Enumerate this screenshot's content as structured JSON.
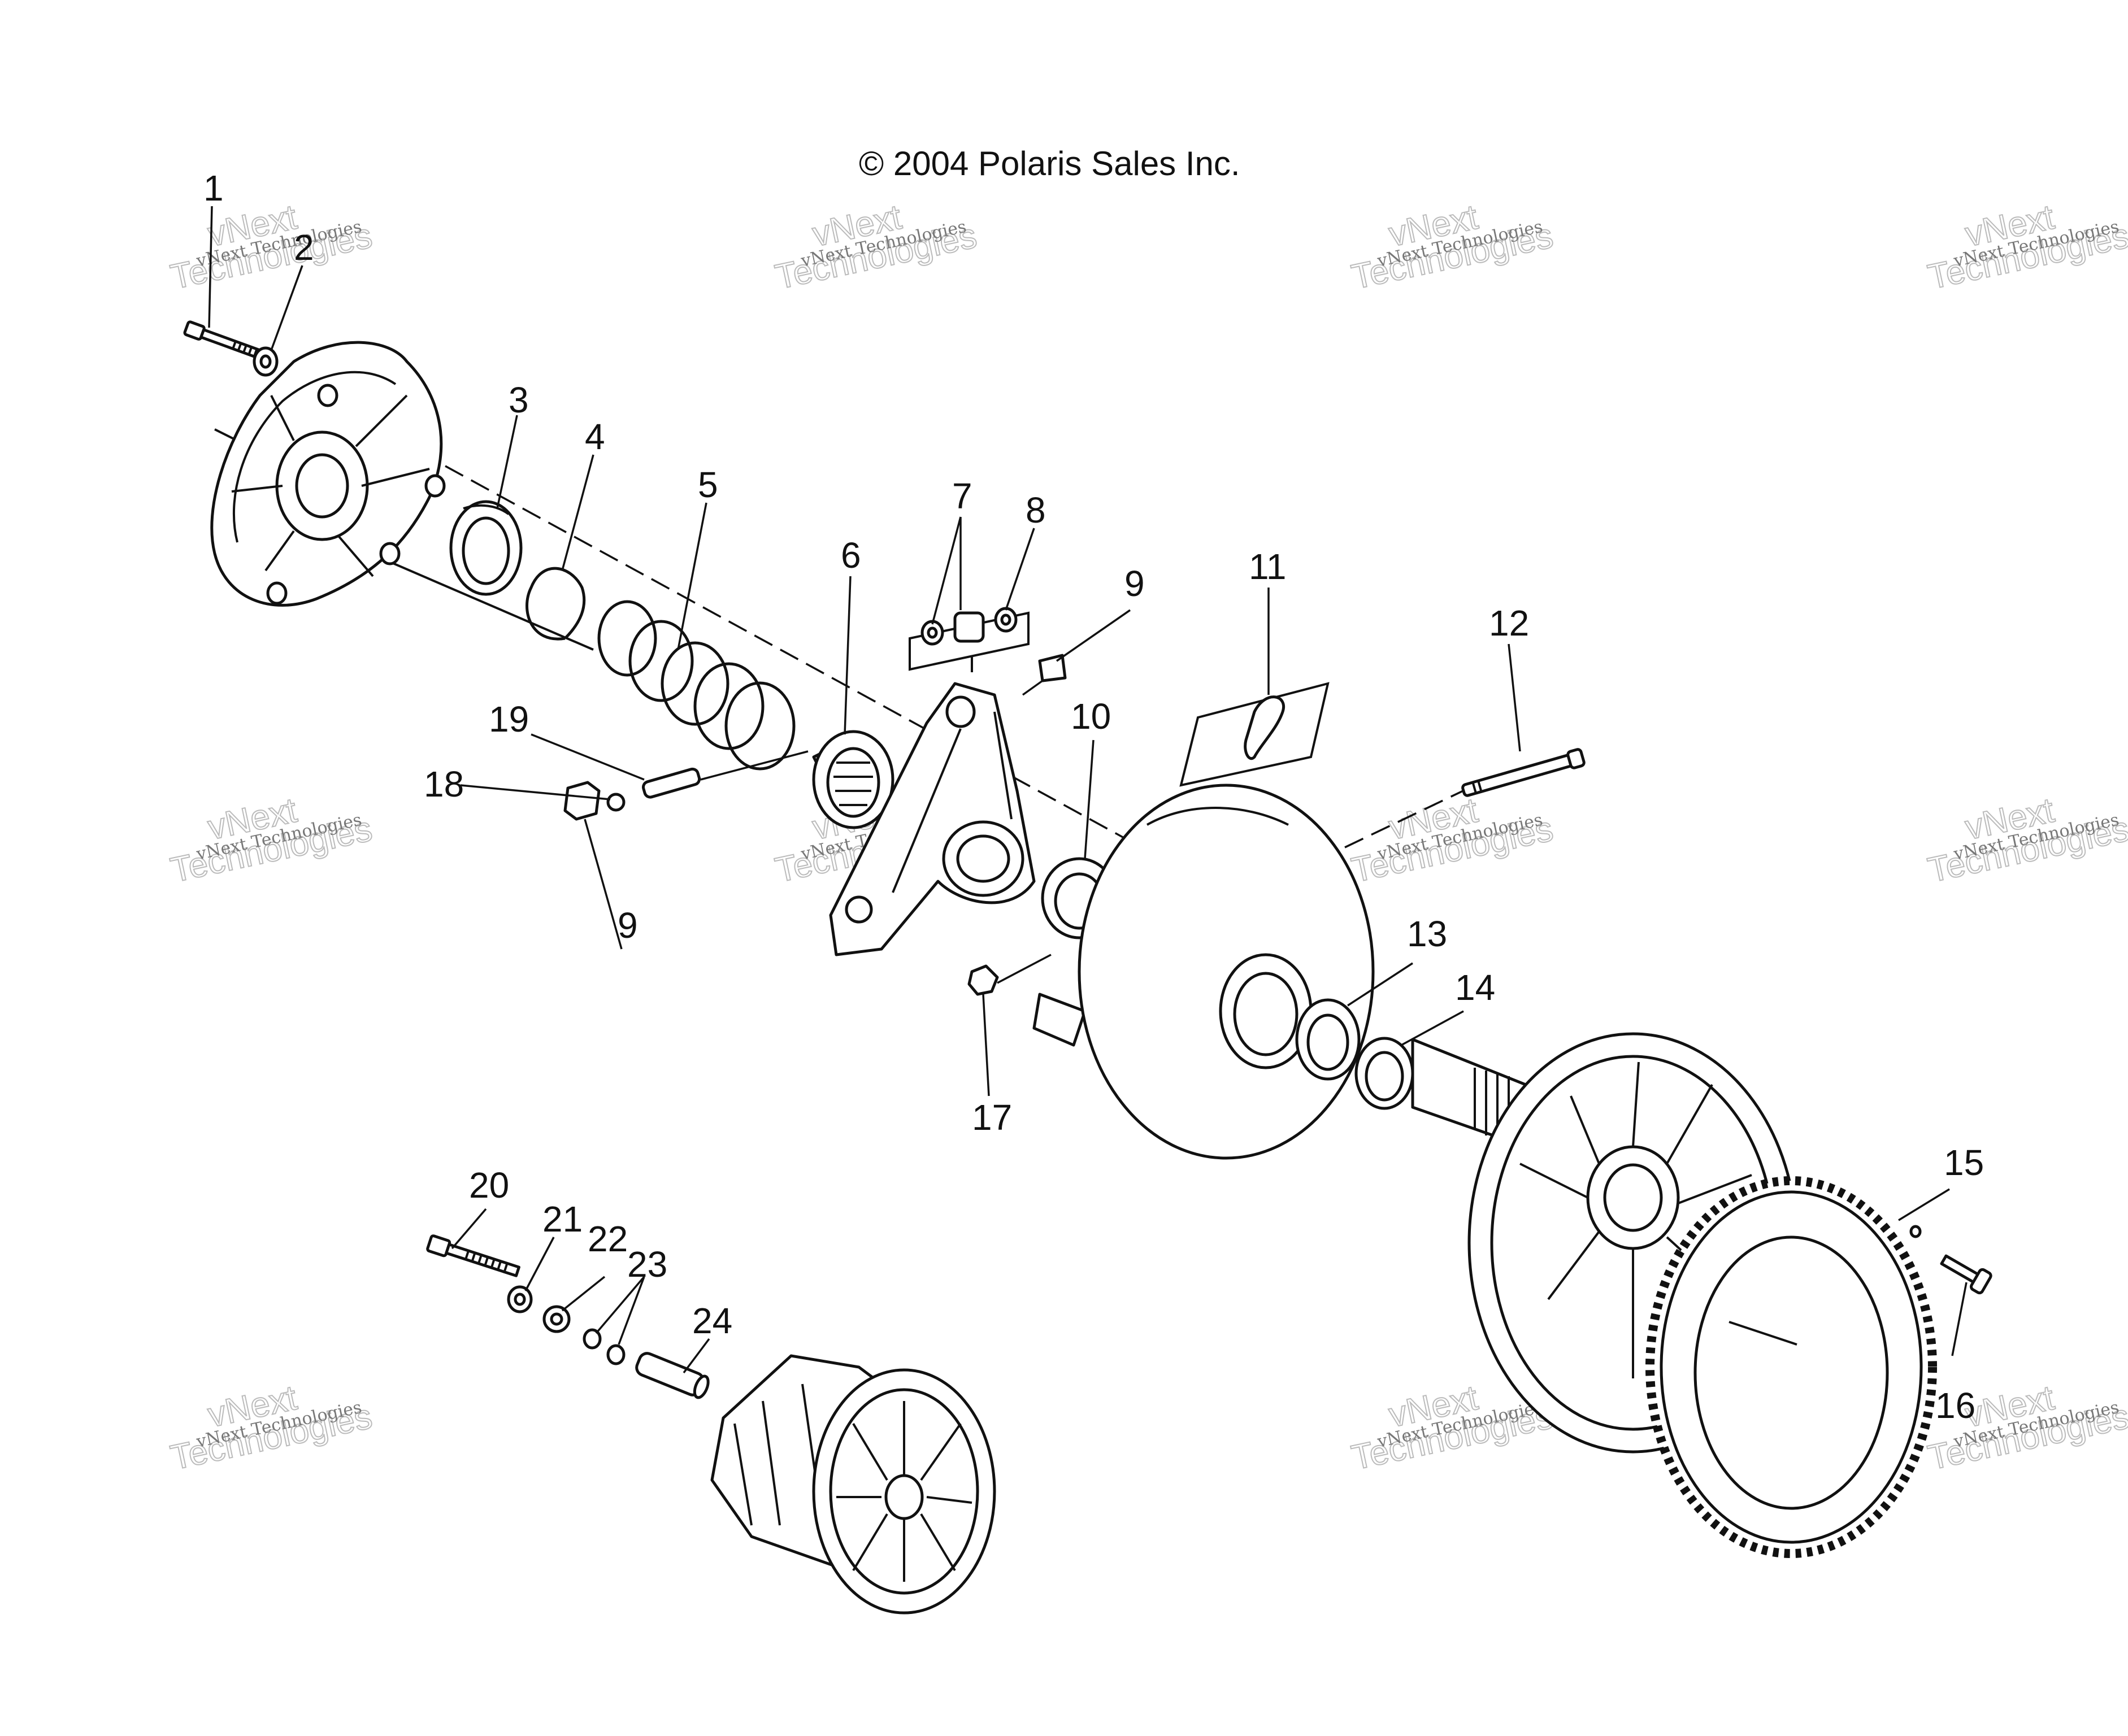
{
  "copyright": "© 2004 Polaris Sales Inc.",
  "watermark": {
    "line_small": "vNext Technologies",
    "line_big_1": "vNext",
    "line_big_2": "Technologies"
  },
  "callouts": {
    "c1": "1",
    "c2": "2",
    "c3": "3",
    "c4": "4",
    "c5": "5",
    "c6": "6",
    "c7": "7",
    "c8": "8",
    "c9a": "9",
    "c9b": "9",
    "c10": "10",
    "c11": "11",
    "c12": "12",
    "c13": "13",
    "c14": "14",
    "c15": "15",
    "c16": "16",
    "c17": "17",
    "c18": "18",
    "c19": "19",
    "c20": "20",
    "c21": "21",
    "c22": "22",
    "c23": "23",
    "c24": "24"
  }
}
